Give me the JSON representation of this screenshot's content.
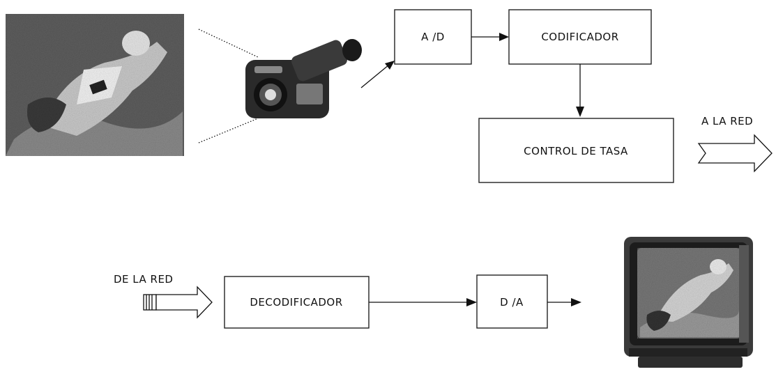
{
  "encoder": {
    "ad_label": "A /D",
    "codificador_label": "CODIFICADOR",
    "control_label": "CONTROL DE TASA",
    "output_label": "A LA RED"
  },
  "decoder": {
    "input_label": "DE LA RED",
    "decodificador_label": "DECODIFICADOR",
    "da_label": "D /A"
  }
}
